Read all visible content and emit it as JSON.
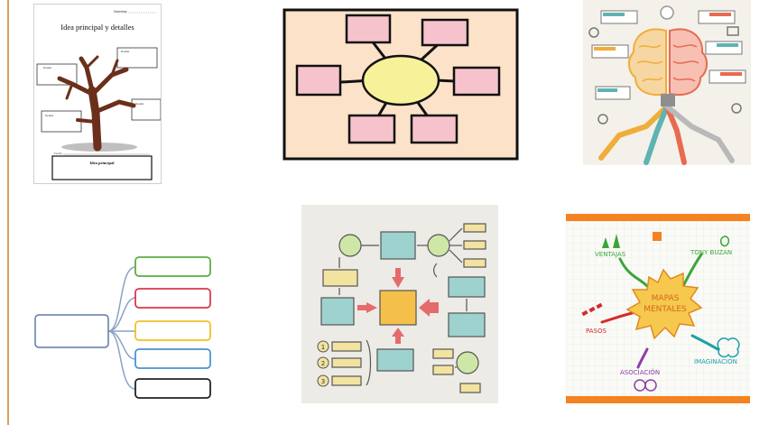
{
  "thumbnails": [
    {
      "id": "tree-worksheet",
      "header_field": "Nombre:",
      "title": "Idea principal y detalles",
      "detail_labels": [
        "Detalle",
        "Detalle",
        "Detalle",
        "Detalle"
      ],
      "date_field": "Fecha:",
      "main_idea_label": "Idea principal",
      "colors": {
        "trunk": "#6b2f1a",
        "ground": "#bfbfbf"
      }
    },
    {
      "id": "bubble-map",
      "colors": {
        "background": "#fbe2c8",
        "center": "#f7f29a",
        "boxes": "#f6c3cc",
        "border": "#111111"
      }
    },
    {
      "id": "brain-infographic",
      "colors": {
        "left": "#f0ad3a",
        "right": "#e86a4f",
        "teal": "#5fb3b3",
        "gray": "#b9b9b9"
      }
    },
    {
      "id": "branch-outline",
      "colors": [
        "#5fae3e",
        "#d9394a",
        "#f2c028",
        "#4a93cf",
        "#222222"
      ],
      "main_color": "#5b7aa6",
      "branch_color": "#8aa3c4"
    },
    {
      "id": "hand-drawn-flowchart",
      "numbers": [
        "1",
        "2",
        "3"
      ],
      "colors": {
        "box": "#9ed2cf",
        "center": "#f5c04a",
        "arrows": "#e46b6b",
        "small": "#f3e3a0",
        "circles": "#cfe7a6"
      }
    },
    {
      "id": "mapas-mentales-poster",
      "center_line1": "MAPAS",
      "center_line2": "MENTALES",
      "ventajas": "VENTAJAS",
      "tony_buzan": "TONY BUZAN",
      "pasos": "PASOS",
      "asociacion": "ASOCIACIÓN",
      "imaginacion": "IMAGINACIÓN",
      "colors": {
        "bar": "#f58220",
        "center": "#f6c84e",
        "green": "#3aa63a",
        "red": "#d62b2b",
        "purple": "#8b3fa8",
        "teal": "#1aa0a8"
      }
    }
  ]
}
